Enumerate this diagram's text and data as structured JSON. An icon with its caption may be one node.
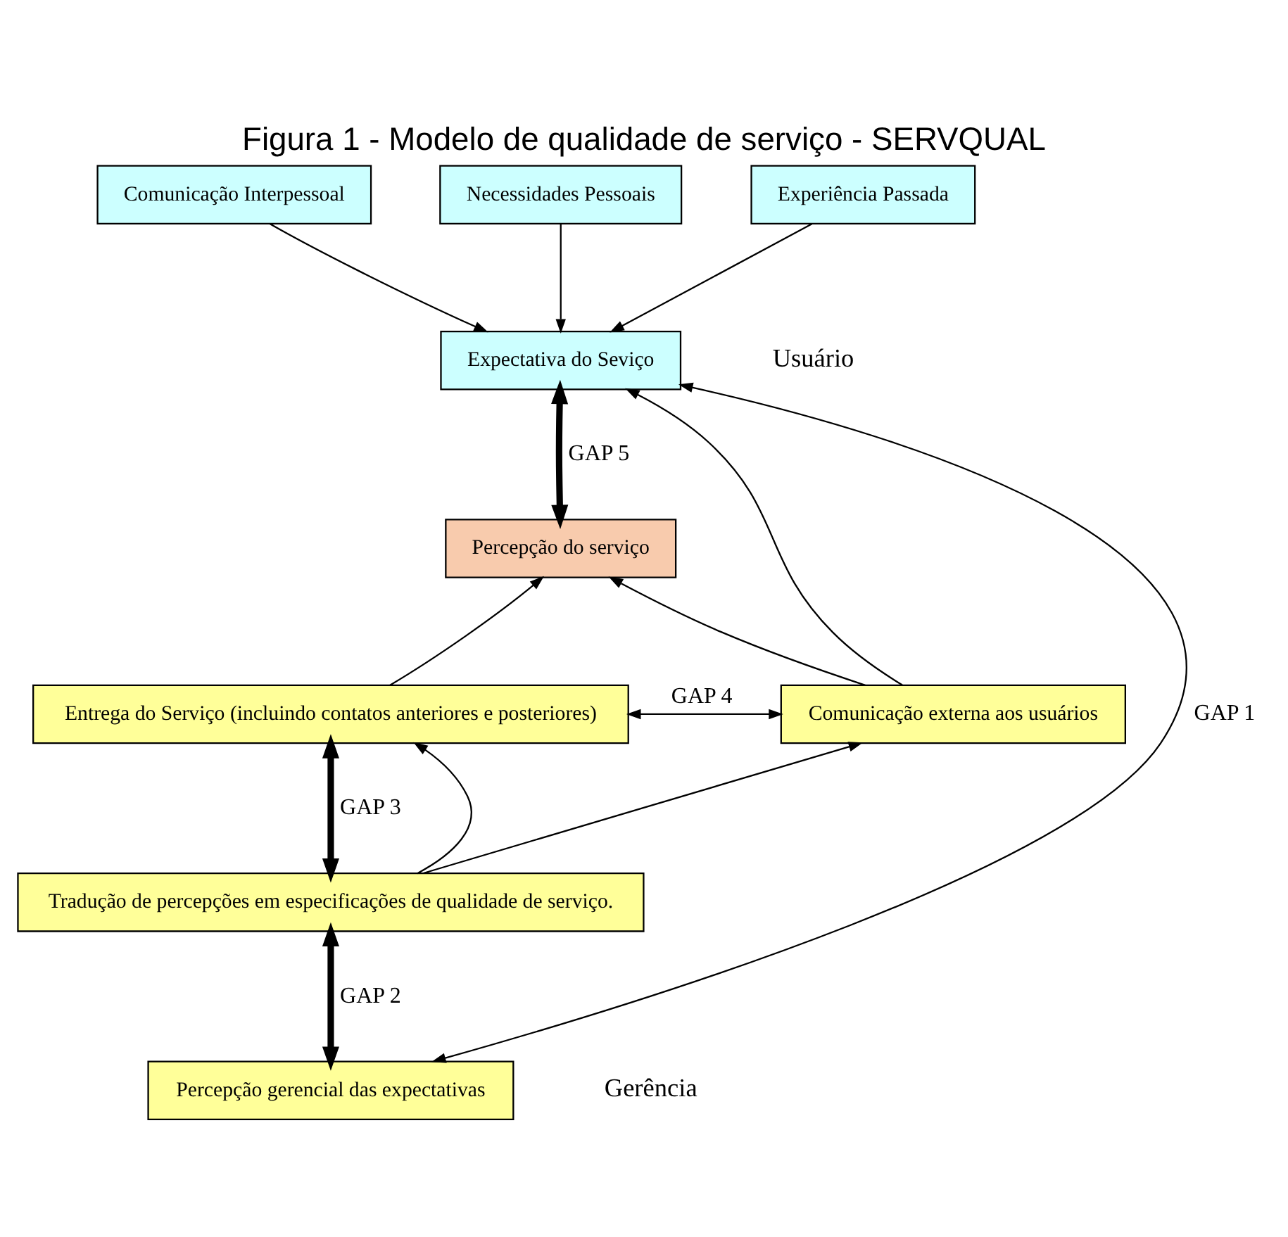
{
  "diagram": {
    "title": "Figura 1 - Modelo de qualidade de serviço - SERVQUAL",
    "nodes": [
      {
        "text": [
          "Comunicação Interpessoal"
        ]
      },
      {
        "text": [
          "Necessidades Pessoais"
        ]
      },
      {
        "text": [
          "Experiência Passada"
        ]
      },
      {
        "text": [
          "Expectativa do Seviço"
        ]
      },
      {
        "text": [
          "Percepção do serviço"
        ]
      },
      {
        "text": [
          "Entrega do Serviço (incluindo contatos anteriores e posteriores)"
        ]
      },
      {
        "text": [
          "Comunicação externa aos usuários"
        ]
      },
      {
        "text": [
          "Tradução de percepções em especificações de qualidade de serviço."
        ]
      },
      {
        "text": [
          "Percepção gerencial das expectativas"
        ]
      }
    ],
    "edges": [
      {
        "from": 0,
        "to": 3,
        "arrow": "to"
      },
      {
        "from": 1,
        "to": 3,
        "arrow": "to"
      },
      {
        "from": 2,
        "to": 3,
        "arrow": "to"
      },
      {
        "from": 3,
        "to": 4,
        "arrow": "both",
        "style": "thick",
        "label": "GAP 5"
      },
      {
        "from": 5,
        "to": 4,
        "arrow": "to"
      },
      {
        "from": 6,
        "to": 3,
        "arrow": "to"
      },
      {
        "from": 6,
        "to": 4,
        "arrow": "to"
      },
      {
        "from": 5,
        "to": 6,
        "arrow": "both",
        "label": "GAP 4"
      },
      {
        "from": 5,
        "to": 7,
        "arrow": "both",
        "style": "thick",
        "label": "GAP 3"
      },
      {
        "from": 7,
        "to": 5,
        "arrow": "to"
      },
      {
        "from": 7,
        "to": 6,
        "arrow": "to"
      },
      {
        "from": 7,
        "to": 8,
        "arrow": "both",
        "style": "thick",
        "label": "GAP 2"
      },
      {
        "from": 8,
        "to": 3,
        "arrow": "both",
        "label": "GAP 1"
      }
    ],
    "labels": [
      "Usuário",
      "Gerência"
    ]
  }
}
